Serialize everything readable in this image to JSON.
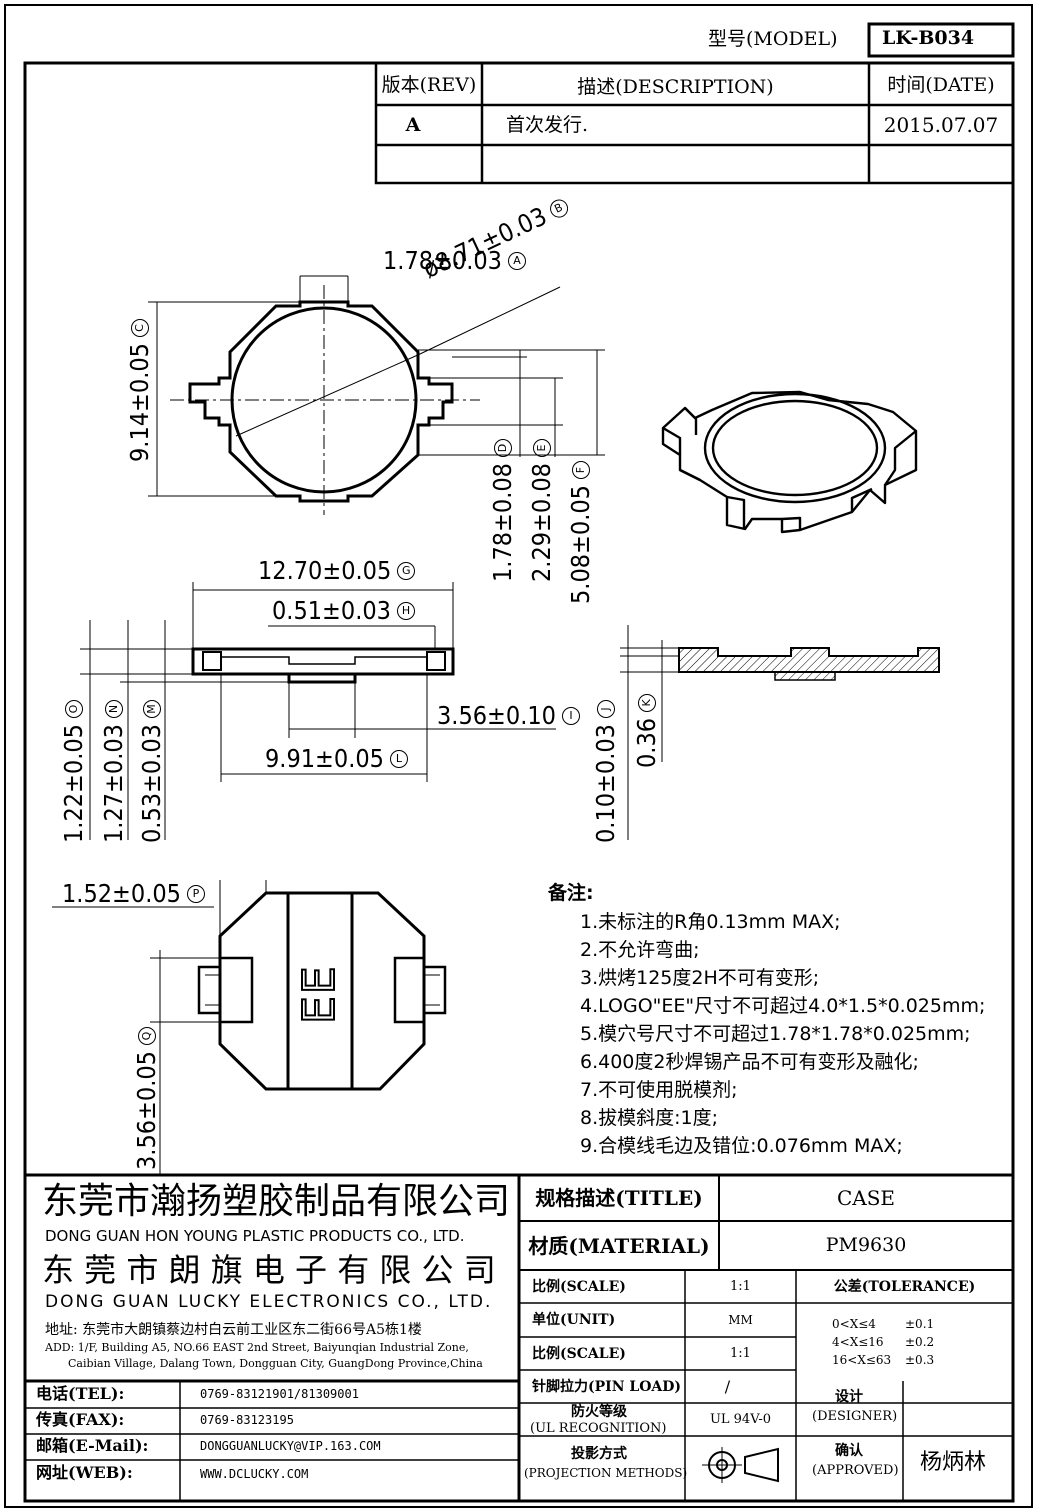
{
  "header": {
    "model_label": "型号(MODEL)",
    "model_value": "LK-B034"
  },
  "revision_table": {
    "headers": [
      "版本(REV)",
      "描述(DESCRIPTION)",
      "时间(DATE)"
    ],
    "rows": [
      [
        "A",
        "首次发行.",
        "2015.07.07"
      ],
      [
        "",
        "",
        ""
      ]
    ]
  },
  "dimensions": {
    "A": "1.78±0.03",
    "B": "ø8.71±0.03",
    "C": "9.14±0.05",
    "D": "1.78±0.08",
    "E": "2.29±0.08",
    "F": "5.08±0.05",
    "G": "12.70±0.05",
    "H": "0.51±0.03",
    "I": "3.56±0.10",
    "J": "0.10±0.03",
    "K": "0.36",
    "L": "9.91±0.05",
    "M": "0.53±0.03",
    "N": "1.27±0.03",
    "O": "1.22±0.05",
    "P": "1.52±0.05",
    "Q": "3.56±0.05"
  },
  "logo_text": "EE",
  "notes": {
    "title": "备注:",
    "items": [
      "1.未标注的R角0.13mm MAX;",
      "2.不允许弯曲;",
      "3.烘烤125度2H不可有变形;",
      "4.LOGO\"EE\"尺寸不可超过4.0*1.5*0.025mm;",
      "5.模穴号尺寸不可超过1.78*1.78*0.025mm;",
      "6.400度2秒焊锡产品不可有变形及融化;",
      "7.不可使用脱模剂;",
      "8.拔模斜度:1度;",
      "9.合模线毛边及错位:0.076mm MAX;"
    ]
  },
  "company": {
    "name_cn_1": "东莞市瀚扬塑胶制品有限公司",
    "name_en_1": "DONG GUAN HON YOUNG PLASTIC PRODUCTS CO., LTD.",
    "name_cn_2": "东 莞 市 朗 旗 电 子 有 限 公 司",
    "name_en_2": "DONG GUAN LUCKY ELECTRONICS CO., LTD.",
    "address_cn": "地址: 东莞市大朗镇蔡边村白云前工业区东二街66号A5栋1楼",
    "address_en_1": "ADD: 1/F, Building A5, NO.66 EAST 2nd Street, Baiyunqian Industrial Zone,",
    "address_en_2": "Caibian Village, Dalang Town, Dongguan City, GuangDong Province,China"
  },
  "contacts": [
    {
      "label": "电话(TEL):",
      "value": "0769-83121901/81309001"
    },
    {
      "label": "传真(FAX):",
      "value": "0769-83123195"
    },
    {
      "label": "邮箱(E-Mail):",
      "value": "DONGGUANLUCKY@VIP.163.COM"
    },
    {
      "label": "网址(WEB):",
      "value": "WWW.DCLUCKY.COM"
    }
  ],
  "title_block": {
    "title_label": "规格描述(TITLE)",
    "title_value": "CASE",
    "material_label": "材质(MATERIAL)",
    "material_value": "PM9630",
    "scale_label": "比例(SCALE)",
    "scale_value": "1:1",
    "tolerance_label": "公差(TOLERANCE)",
    "unit_label": "单位(UNIT)",
    "unit_value": "MM",
    "scale2_label": "比例(SCALE)",
    "scale2_value": "1:1",
    "tolerance_rows": [
      {
        "range": "0<X≤4",
        "tol": "±0.1"
      },
      {
        "range": "4<X≤16",
        "tol": "±0.2"
      },
      {
        "range": "16<X≤63",
        "tol": "±0.3"
      }
    ],
    "pin_load_label": "针脚拉力(PIN LOAD)",
    "pin_load_value": "/",
    "fire_label_1": "防火等级",
    "fire_label_2": "(UL RECOGNITION)",
    "fire_value": "UL 94V-0",
    "projection_label_1": "投影方式",
    "projection_label_2": "(PROJECTION METHODS)",
    "designer_label_1": "设计",
    "designer_label_2": "(DESIGNER)",
    "designer_value": "",
    "approved_label_1": "确认",
    "approved_label_2": "(APPROVED)",
    "approved_value": "杨炳林"
  }
}
